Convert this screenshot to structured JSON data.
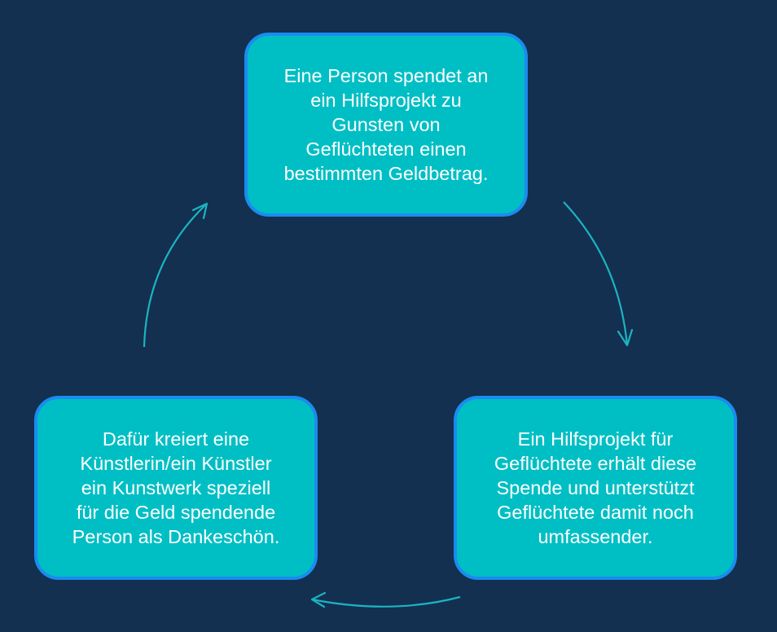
{
  "colors": {
    "background": "#133050",
    "node_fill": "#00BFC4",
    "node_border": "#1A8CF0",
    "arrow": "#1CB3C1",
    "text": "#FFFFFF"
  },
  "nodes": [
    {
      "id": "top",
      "text": "Eine Person spendet an\nein Hilfsprojekt zu\nGunsten von\nGeflüchteten einen\nbestimmten Geldbetrag."
    },
    {
      "id": "right",
      "text": "Ein Hilfsprojekt für\nGeflüchtete erhält diese\nSpende und unterstützt\nGeflüchtete damit noch\numfassender."
    },
    {
      "id": "left",
      "text": "Dafür kreiert eine\nKünstlerin/ein Künstler\nein Kunstwerk speziell\nfür die Geld spendende\nPerson als Dankeschön."
    }
  ],
  "edges": [
    {
      "from": "top",
      "to": "right"
    },
    {
      "from": "right",
      "to": "left"
    },
    {
      "from": "left",
      "to": "top"
    }
  ]
}
